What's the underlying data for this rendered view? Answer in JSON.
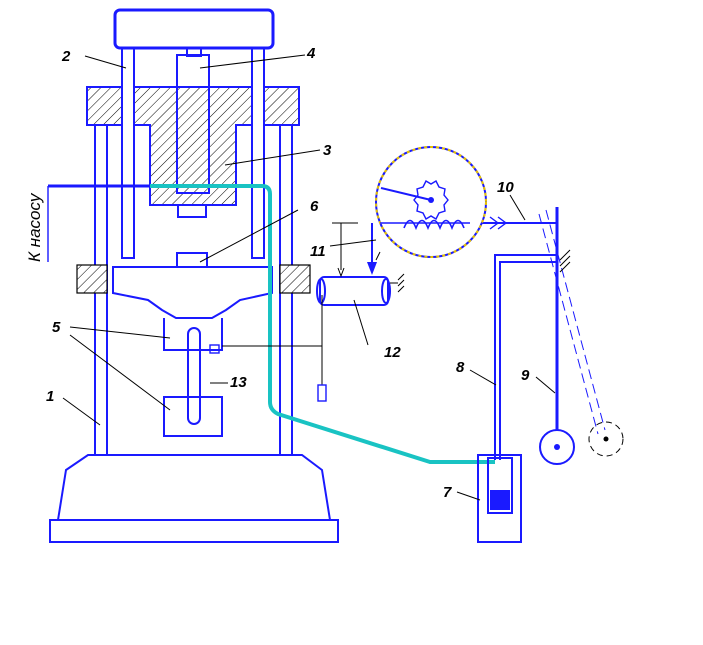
{
  "diagram": {
    "side_label": "К насосу",
    "callouts": [
      {
        "id": "c1",
        "text": "1"
      },
      {
        "id": "c2",
        "text": "2"
      },
      {
        "id": "c3",
        "text": "3"
      },
      {
        "id": "c4",
        "text": "4"
      },
      {
        "id": "c5",
        "text": "5"
      },
      {
        "id": "c6",
        "text": "6"
      },
      {
        "id": "c7",
        "text": "7"
      },
      {
        "id": "c8",
        "text": "8"
      },
      {
        "id": "c9",
        "text": "9"
      },
      {
        "id": "c10",
        "text": "10"
      },
      {
        "id": "c11",
        "text": "11"
      },
      {
        "id": "c12",
        "text": "12"
      },
      {
        "id": "c13",
        "text": "13"
      }
    ],
    "colors": {
      "structure": "#1a1aff",
      "hydraulic_line": "#19c3c3",
      "dial_rim": "#e6c200",
      "hatch": "#000000"
    }
  }
}
